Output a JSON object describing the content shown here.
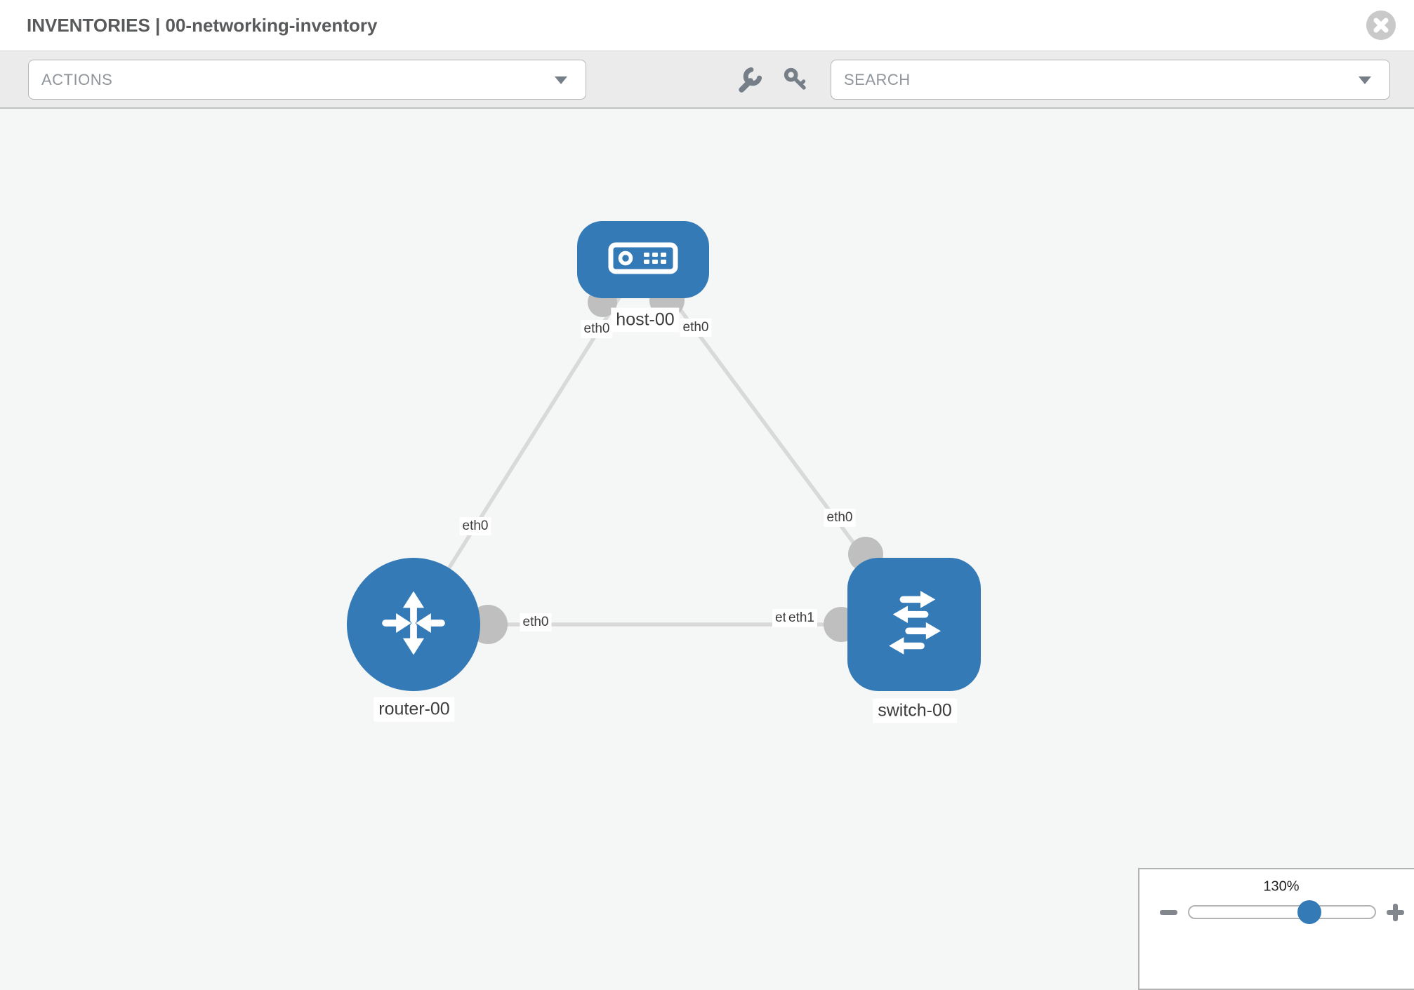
{
  "header": {
    "title": "INVENTORIES | 00-networking-inventory"
  },
  "toolbar": {
    "actions_label": "ACTIONS",
    "search_label": "SEARCH"
  },
  "topology": {
    "nodes": [
      {
        "id": "host-00",
        "label": "host-00",
        "type": "host",
        "shape": "rounded-rect"
      },
      {
        "id": "router-00",
        "label": "router-00",
        "type": "router",
        "shape": "circle"
      },
      {
        "id": "switch-00",
        "label": "switch-00",
        "type": "switch",
        "shape": "rounded-square"
      }
    ],
    "links": [
      {
        "source": "router-00",
        "target": "host-00",
        "source_interface": "eth0",
        "target_interface": "eth0"
      },
      {
        "source": "host-00",
        "target": "switch-00",
        "source_interface": "eth0",
        "target_interface": "eth0"
      },
      {
        "source": "router-00",
        "target": "switch-00",
        "source_interface": "eth0",
        "target_interface": "eth1"
      }
    ],
    "interfaces": {
      "router_host_near_router": "eth0",
      "router_host_near_host": "eth0",
      "host_switch_near_host": "eth0",
      "host_switch_near_switch": "eth0",
      "router_switch_near_router": "eth0",
      "router_switch_near_switch_back": "eth0",
      "router_switch_near_switch_front": "eth1"
    }
  },
  "zoom_control": {
    "value": "130%"
  },
  "icons": {
    "close": "x-circle",
    "toolbar": [
      "wrench",
      "key"
    ],
    "combobox": "chevron-down",
    "zoom": [
      "minus",
      "plus"
    ]
  },
  "colors": {
    "node_blue": "#337ab7",
    "link_gray": "#d9d9d9",
    "endpoint_gray": "#bfbfbf",
    "toolbar_bg": "#ebebeb",
    "canvas_bg": "#f5f6f6"
  }
}
